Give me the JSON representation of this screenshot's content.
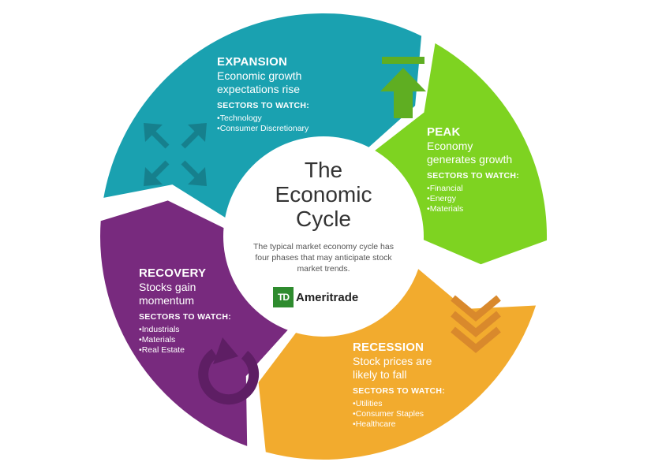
{
  "diagram": {
    "title_lines": [
      "The",
      "Economic",
      "Cycle"
    ],
    "description": "The typical market economy cycle has four phases that may anticipate stock market trends.",
    "brand": {
      "mark": "TD",
      "name": "Ameritrade",
      "color": "#2e8b2e"
    },
    "phases": [
      {
        "name": "EXPANSION",
        "description_lines": [
          "Economic growth",
          "expectations rise"
        ],
        "sectors_label": "SECTORS TO WATCH:",
        "sectors": [
          "Technology",
          "Consumer Discretionary"
        ],
        "color": "#1aa1b0",
        "icon": "expand-arrows-icon"
      },
      {
        "name": "PEAK",
        "description_lines": [
          "Economy",
          "generates growth"
        ],
        "sectors_label": "SECTORS TO WATCH:",
        "sectors": [
          "Financial",
          "Energy",
          "Materials"
        ],
        "color": "#7ed321",
        "icon": "up-to-top-arrow-icon"
      },
      {
        "name": "RECESSION",
        "description_lines": [
          "Stock prices are",
          "likely to fall"
        ],
        "sectors_label": "SECTORS TO WATCH:",
        "sectors": [
          "Utilities",
          "Consumer Staples",
          "Healthcare"
        ],
        "color": "#f2ab2e",
        "icon": "down-chevrons-icon"
      },
      {
        "name": "RECOVERY",
        "description_lines": [
          "Stocks gain",
          "momentum"
        ],
        "sectors_label": "SECTORS TO WATCH:",
        "sectors": [
          "Industrials",
          "Materials",
          "Real Estate"
        ],
        "color": "#782a7e",
        "icon": "circular-arrow-icon"
      }
    ]
  }
}
